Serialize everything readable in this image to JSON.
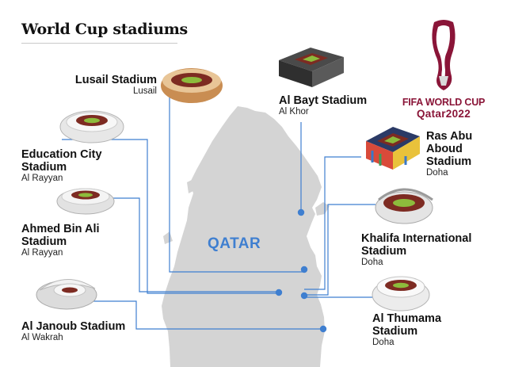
{
  "title": "World Cup stadiums",
  "country_label": "QATAR",
  "logo": {
    "line1": "FIFA WORLD CUP",
    "line2": "Qatar2022"
  },
  "stadiums": [
    {
      "name": "Lusail Stadium",
      "city": "Lusail"
    },
    {
      "name": "Al Bayt Stadium",
      "city": "Al Khor"
    },
    {
      "name_lines": [
        "Education City",
        "Stadium"
      ],
      "city": "Al Rayyan"
    },
    {
      "name_lines": [
        "Ras Abu",
        "Aboud",
        "Stadium"
      ],
      "city": "Doha"
    },
    {
      "name_lines": [
        "Ahmed Bin Ali",
        "Stadium"
      ],
      "city": "Al Rayyan"
    },
    {
      "name_lines": [
        "Khalifa International",
        "Stadium"
      ],
      "city": "Doha"
    },
    {
      "name": "Al Janoub Stadium",
      "city": "Al Wakrah"
    },
    {
      "name_lines": [
        "Al Thumama",
        "Stadium"
      ],
      "city": "Doha"
    }
  ],
  "colors": {
    "land": "#d4d4d4",
    "leader": "#3f7fd0",
    "marker": "#3f7fd0",
    "brand": "#8a1538"
  }
}
